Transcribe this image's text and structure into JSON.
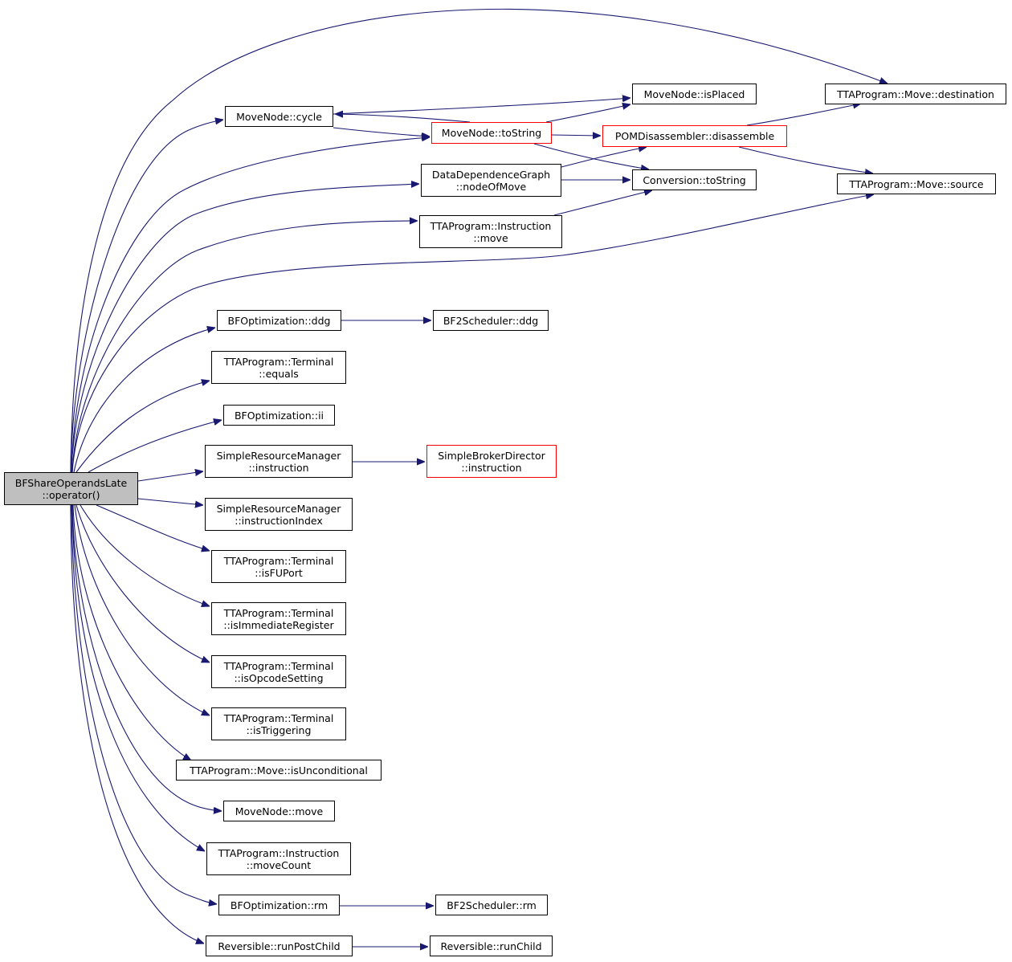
{
  "graph": {
    "type": "call-graph",
    "colors": {
      "edge": "#191970",
      "node_border": "#000000",
      "truncated_border": "#ff0000",
      "root_fill": "#bfbfbf"
    },
    "nodes": [
      {
        "id": "root",
        "lines": [
          "BFShareOperandsLate",
          "::operator()"
        ],
        "style": "root"
      },
      {
        "id": "cycle",
        "lines": [
          "MoveNode::cycle"
        ]
      },
      {
        "id": "mn_tostring",
        "lines": [
          "MoveNode::toString"
        ],
        "style": "red"
      },
      {
        "id": "isplaced",
        "lines": [
          "MoveNode::isPlaced"
        ]
      },
      {
        "id": "pom",
        "lines": [
          "POMDisassembler::disassemble"
        ],
        "style": "red"
      },
      {
        "id": "conv",
        "lines": [
          "Conversion::toString"
        ]
      },
      {
        "id": "destination",
        "lines": [
          "TTAProgram::Move::destination"
        ]
      },
      {
        "id": "source",
        "lines": [
          "TTAProgram::Move::source"
        ]
      },
      {
        "id": "ddg_nodeofmove",
        "lines": [
          "DataDependenceGraph",
          "::nodeOfMove"
        ]
      },
      {
        "id": "instr_move",
        "lines": [
          "TTAProgram::Instruction",
          "::move"
        ]
      },
      {
        "id": "bfopt_ddg",
        "lines": [
          "BFOptimization::ddg"
        ]
      },
      {
        "id": "bf2_ddg",
        "lines": [
          "BF2Scheduler::ddg"
        ]
      },
      {
        "id": "term_equals",
        "lines": [
          "TTAProgram::Terminal",
          "::equals"
        ]
      },
      {
        "id": "bfopt_ii",
        "lines": [
          "BFOptimization::ii"
        ]
      },
      {
        "id": "srm_instruction",
        "lines": [
          "SimpleResourceManager",
          "::instruction"
        ]
      },
      {
        "id": "sbd_instruction",
        "lines": [
          "SimpleBrokerDirector",
          "::instruction"
        ],
        "style": "red"
      },
      {
        "id": "srm_index",
        "lines": [
          "SimpleResourceManager",
          "::instructionIndex"
        ]
      },
      {
        "id": "term_isfuport",
        "lines": [
          "TTAProgram::Terminal",
          "::isFUPort"
        ]
      },
      {
        "id": "term_isimm",
        "lines": [
          "TTAProgram::Terminal",
          "::isImmediateRegister"
        ]
      },
      {
        "id": "term_isopcode",
        "lines": [
          "TTAProgram::Terminal",
          "::isOpcodeSetting"
        ]
      },
      {
        "id": "term_istrig",
        "lines": [
          "TTAProgram::Terminal",
          "::isTriggering"
        ]
      },
      {
        "id": "move_isuncond",
        "lines": [
          "TTAProgram::Move::isUnconditional"
        ]
      },
      {
        "id": "mn_move",
        "lines": [
          "MoveNode::move"
        ]
      },
      {
        "id": "instr_movecount",
        "lines": [
          "TTAProgram::Instruction",
          "::moveCount"
        ]
      },
      {
        "id": "bfopt_rm",
        "lines": [
          "BFOptimization::rm"
        ]
      },
      {
        "id": "bf2_rm",
        "lines": [
          "BF2Scheduler::rm"
        ]
      },
      {
        "id": "rev_runpostchild",
        "lines": [
          "Reversible::runPostChild"
        ]
      },
      {
        "id": "rev_runchild",
        "lines": [
          "Reversible::runChild"
        ]
      }
    ],
    "edges": [
      [
        "root",
        "destination"
      ],
      [
        "root",
        "cycle"
      ],
      [
        "root",
        "mn_tostring"
      ],
      [
        "root",
        "ddg_nodeofmove"
      ],
      [
        "root",
        "instr_move"
      ],
      [
        "root",
        "source"
      ],
      [
        "root",
        "bfopt_ddg"
      ],
      [
        "root",
        "term_equals"
      ],
      [
        "root",
        "bfopt_ii"
      ],
      [
        "root",
        "srm_instruction"
      ],
      [
        "root",
        "srm_index"
      ],
      [
        "root",
        "term_isfuport"
      ],
      [
        "root",
        "term_isimm"
      ],
      [
        "root",
        "term_isopcode"
      ],
      [
        "root",
        "term_istrig"
      ],
      [
        "root",
        "move_isuncond"
      ],
      [
        "root",
        "mn_move"
      ],
      [
        "root",
        "instr_movecount"
      ],
      [
        "root",
        "bfopt_rm"
      ],
      [
        "root",
        "rev_runpostchild"
      ],
      [
        "cycle",
        "isplaced"
      ],
      [
        "cycle",
        "mn_tostring"
      ],
      [
        "mn_tostring",
        "cycle"
      ],
      [
        "mn_tostring",
        "isplaced"
      ],
      [
        "mn_tostring",
        "pom"
      ],
      [
        "mn_tostring",
        "conv"
      ],
      [
        "pom",
        "destination"
      ],
      [
        "pom",
        "source"
      ],
      [
        "ddg_nodeofmove",
        "pom"
      ],
      [
        "ddg_nodeofmove",
        "conv"
      ],
      [
        "instr_move",
        "conv"
      ],
      [
        "bfopt_ddg",
        "bf2_ddg"
      ],
      [
        "srm_instruction",
        "sbd_instruction"
      ],
      [
        "bfopt_rm",
        "bf2_rm"
      ],
      [
        "rev_runpostchild",
        "rev_runchild"
      ]
    ]
  }
}
